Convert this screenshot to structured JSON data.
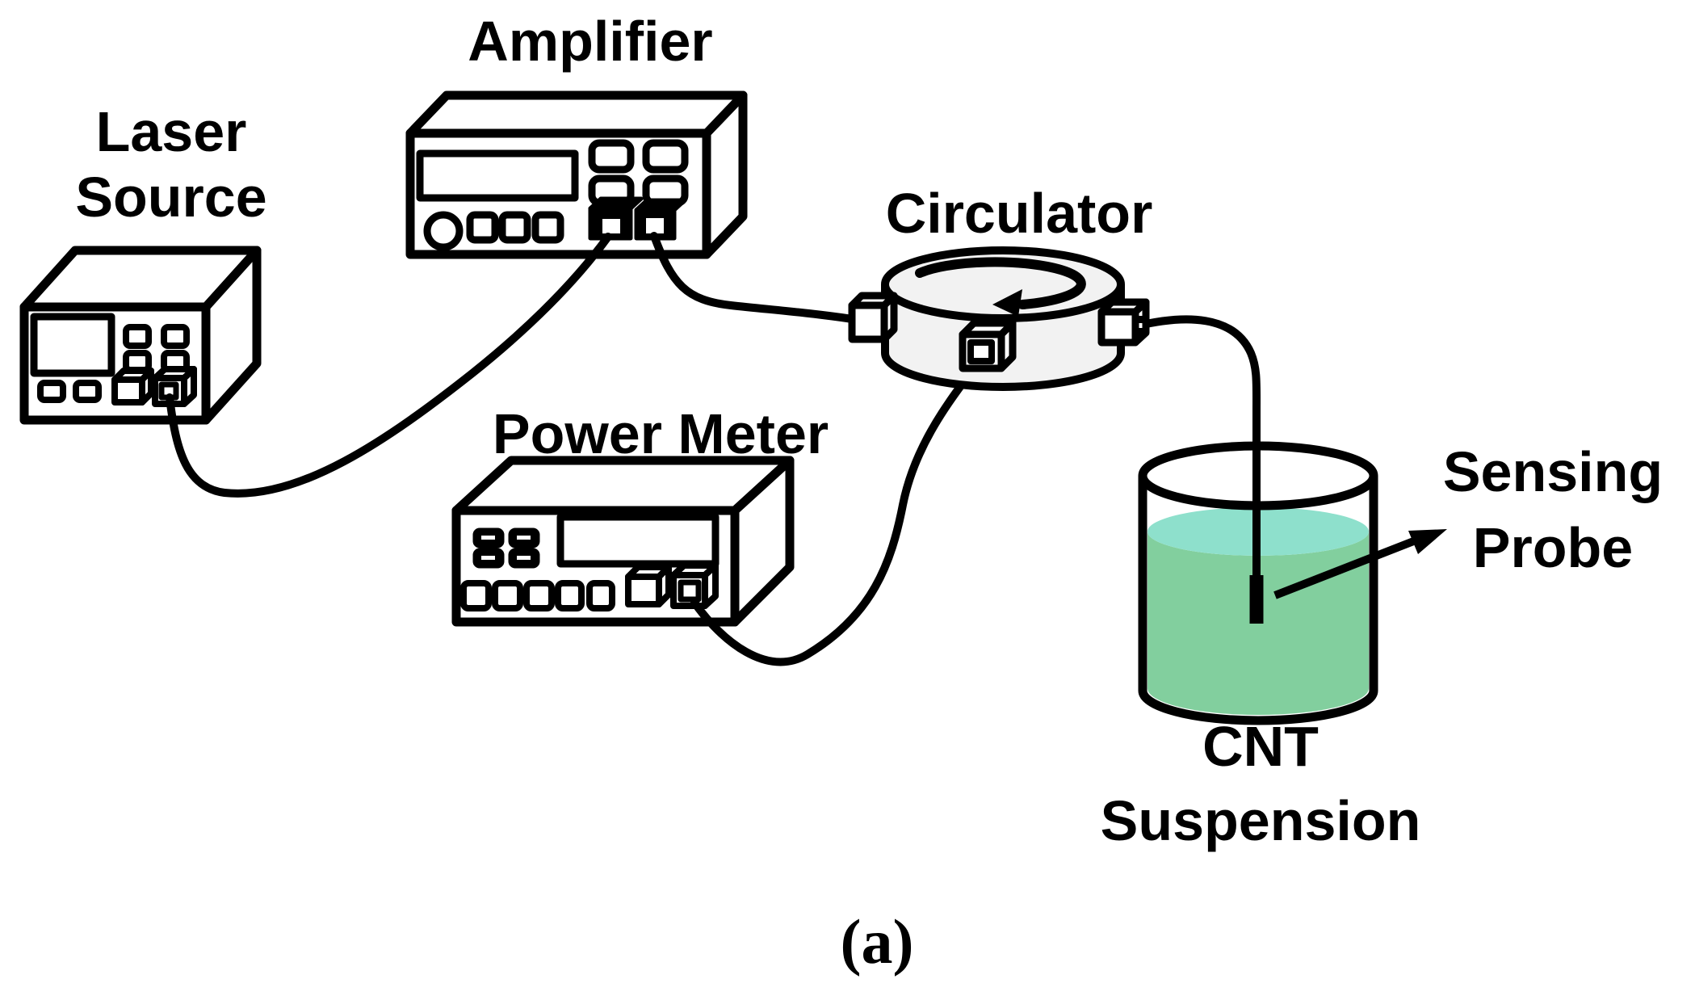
{
  "figure": {
    "caption": "(a)",
    "labels": {
      "laser_source": [
        "Laser",
        "Source"
      ],
      "amplifier": "Amplifier",
      "power_meter": "Power Meter",
      "circulator": "Circulator",
      "sensing_probe": [
        "Sensing",
        "Probe"
      ],
      "cnt_suspension": [
        "CNT",
        "Suspension"
      ]
    },
    "colors": {
      "outline": "#000000",
      "background": "#ffffff",
      "circulator_fill": "#f2f2f2",
      "liquid_surface_fill": "#8ee0cc",
      "liquid_body_fill": "#82cf9e"
    }
  }
}
